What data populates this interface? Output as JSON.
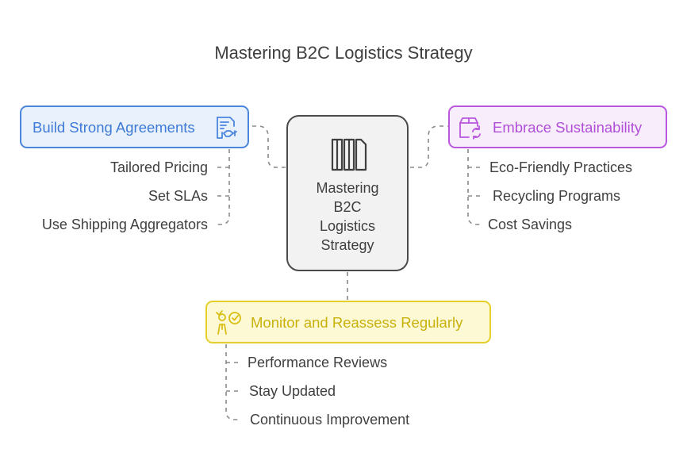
{
  "title": "Mastering B2C Logistics Strategy",
  "center": {
    "label_lines": [
      "Mastering",
      "B2C",
      "Logistics",
      "Strategy"
    ],
    "icon": "columns-icon"
  },
  "branches": {
    "left": {
      "label": "Build Strong Agreements",
      "icon": "agreement-handshake-icon",
      "color": "#4a85dc",
      "items": [
        "Tailored Pricing",
        "Set SLAs",
        "Use Shipping Aggregators"
      ]
    },
    "right": {
      "label": "Embrace Sustainability",
      "icon": "recycle-box-icon",
      "color": "#b957de",
      "items": [
        "Eco-Friendly Practices",
        "Recycling Programs",
        "Cost Savings"
      ]
    },
    "bottom": {
      "label": "Monitor and Reassess Regularly",
      "icon": "person-checklist-icon",
      "color": "#e6cf2a",
      "items": [
        "Performance Reviews",
        "Stay Updated",
        "Continuous Improvement"
      ]
    }
  },
  "colors": {
    "text": "#3f3f3f",
    "connector": "#8a8a8a",
    "center_fill": "#f2f2f2"
  }
}
